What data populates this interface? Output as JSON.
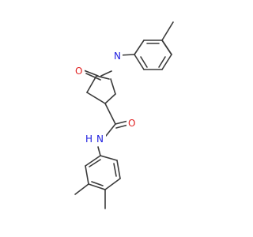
{
  "molecule": {
    "atoms": {
      "ring_oxygen": "O",
      "ring_nitrogen": "N",
      "amide_oxygen": "O",
      "amide_nitrogen": "N",
      "amide_hydrogen": "H"
    },
    "colors": {
      "bond": "#3a3a3a",
      "oxygen": "#e02020",
      "nitrogen": "#2020e0",
      "background": "#ffffff"
    }
  }
}
